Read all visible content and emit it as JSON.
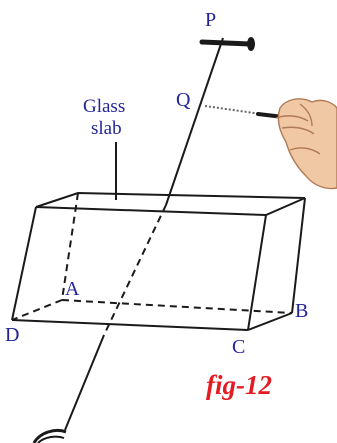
{
  "figure": {
    "caption": "fig-12",
    "annotation": [
      "Glass",
      "slab"
    ],
    "points": {
      "P": "P",
      "Q": "Q",
      "A": "A",
      "B": "B",
      "C": "C",
      "D": "D"
    },
    "colors": {
      "label": "#23239a",
      "caption": "#e31b23",
      "line": "#1a1a1a",
      "hand": "#f0c9a4",
      "hand_outline": "#b07a55"
    },
    "icons": [
      "pin-icon",
      "hand-icon",
      "eye-icon"
    ]
  }
}
